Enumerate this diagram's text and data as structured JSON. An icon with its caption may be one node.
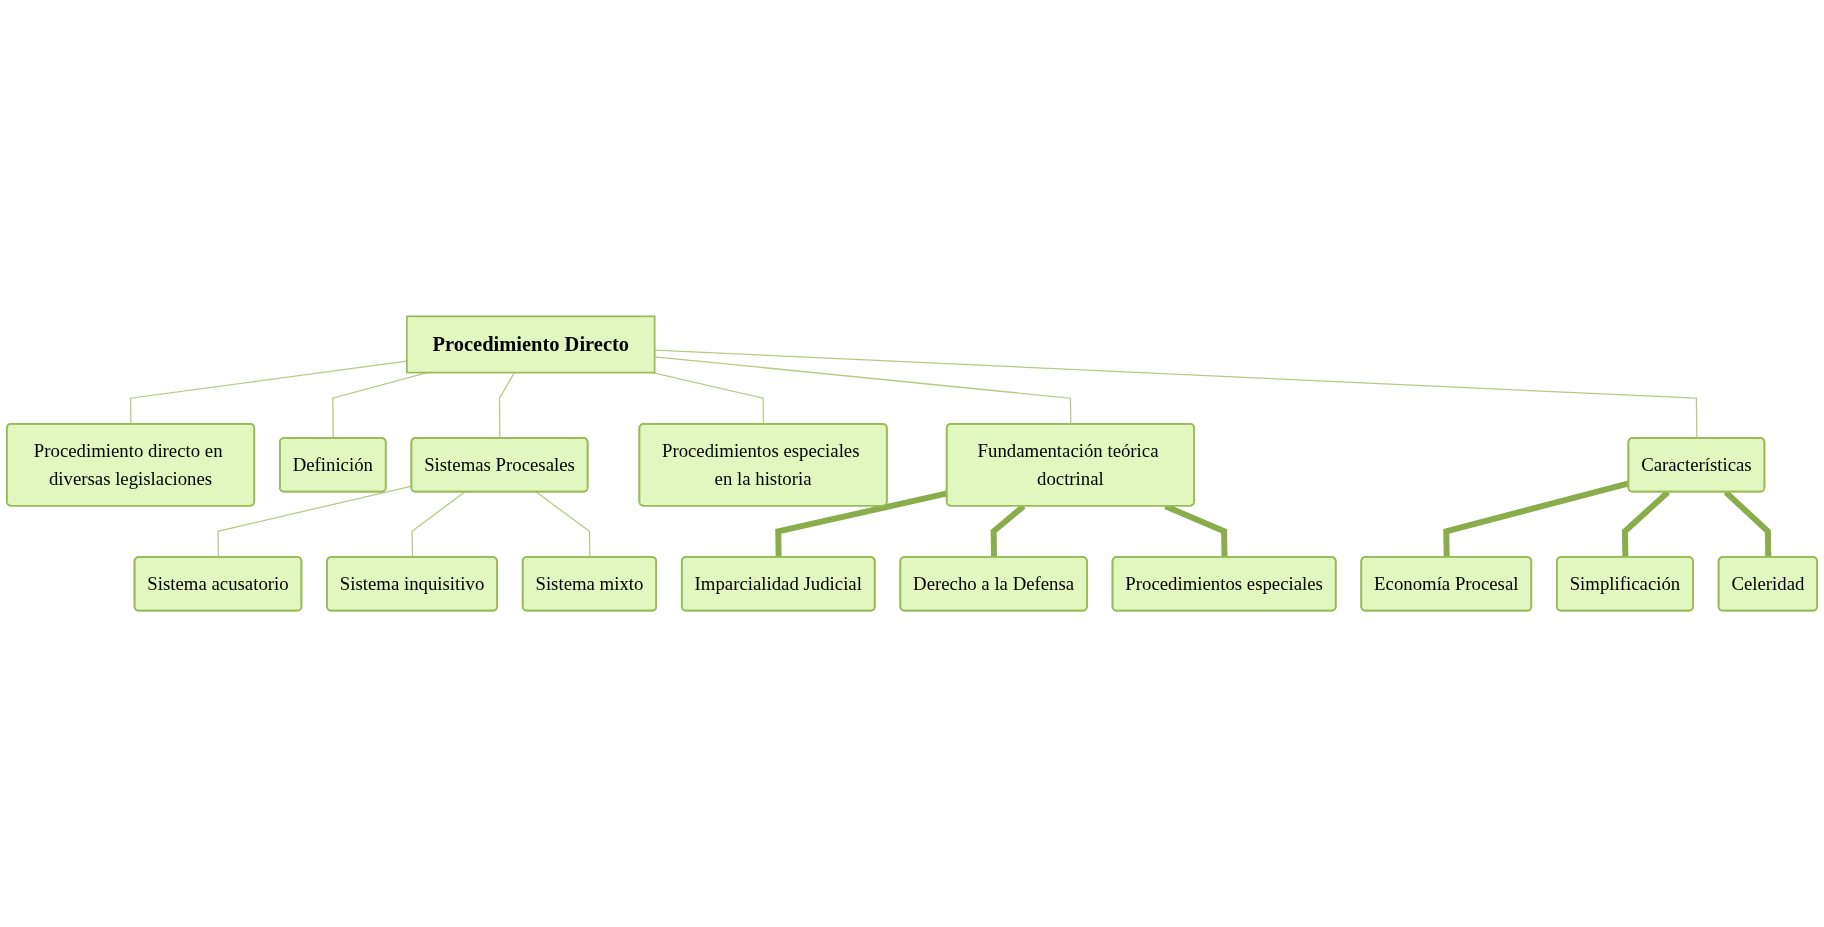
{
  "diagram": {
    "nodes": [
      {
        "text": [
          "Procedimiento Directo"
        ]
      },
      {
        "text": [
          "Procedimiento directo en diversas legislaciones"
        ]
      },
      {
        "text": [
          "Definición"
        ]
      },
      {
        "text": [
          "Sistemas Procesales"
        ]
      },
      {
        "text": [
          "Sistema acusatorio"
        ]
      },
      {
        "text": [
          "Sistema inquisitivo"
        ]
      },
      {
        "text": [
          "Sistema mixto"
        ]
      },
      {
        "text": [
          "Procedimientos especiales en la historia"
        ]
      },
      {
        "text": [
          "Fundamentación teórica doctrinal"
        ]
      },
      {
        "text": [
          "Imparcialidad Judicial"
        ]
      },
      {
        "text": [
          "Derecho a la Defensa"
        ]
      },
      {
        "text": [
          "Procedimientos especiales"
        ]
      },
      {
        "text": [
          "Características"
        ]
      },
      {
        "text": [
          "Economía Procesal"
        ]
      },
      {
        "text": [
          "Simplificación"
        ]
      },
      {
        "text": [
          "Celeridad"
        ]
      }
    ],
    "edges": [
      {
        "from": 0,
        "to": 1,
        "arrow": "none"
      },
      {
        "from": 0,
        "to": 2,
        "arrow": "none"
      },
      {
        "from": 0,
        "to": 3,
        "arrow": "none"
      },
      {
        "from": 3,
        "to": 4,
        "arrow": "none"
      },
      {
        "from": 3,
        "to": 5,
        "arrow": "none"
      },
      {
        "from": 3,
        "to": 6,
        "arrow": "none"
      },
      {
        "from": 0,
        "to": 7,
        "arrow": "none"
      },
      {
        "from": 0,
        "to": 8,
        "arrow": "none"
      },
      {
        "from": 8,
        "to": 9,
        "arrow": "none",
        "style": "thick",
        "color": "#8aac4a"
      },
      {
        "from": 8,
        "to": 10,
        "arrow": "none",
        "style": "thick",
        "color": "#8aac4a"
      },
      {
        "from": 8,
        "to": 11,
        "arrow": "none",
        "style": "thick",
        "color": "#8aac4a"
      },
      {
        "from": 0,
        "to": 12,
        "arrow": "none"
      },
      {
        "from": 12,
        "to": 13,
        "arrow": "none",
        "style": "thick",
        "color": "#8aac4a"
      },
      {
        "from": 12,
        "to": 14,
        "arrow": "none",
        "style": "thick",
        "color": "#8aac4a"
      },
      {
        "from": 12,
        "to": 15,
        "arrow": "none",
        "style": "thick",
        "color": "#8aac4a"
      }
    ]
  }
}
